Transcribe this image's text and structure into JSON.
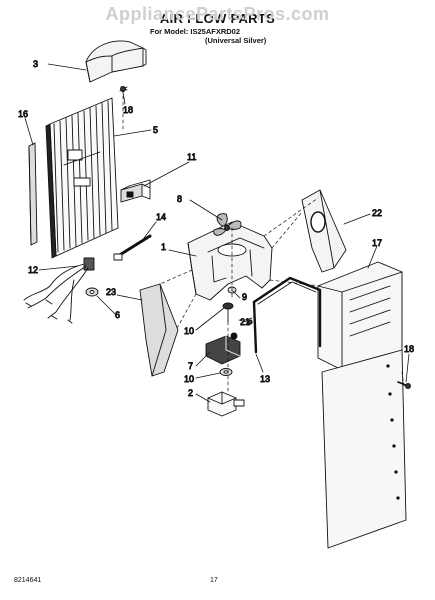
{
  "watermark": "AppliancePartsPros.com",
  "header": {
    "title": "AIR FLOW PARTS",
    "model_line": "For Model: IS25AFXRD02",
    "variant_line": "(Universal Silver)"
  },
  "footer": {
    "doc_number": "8214641",
    "page_number": "17"
  },
  "callouts": [
    {
      "id": "3",
      "label": "3"
    },
    {
      "id": "16",
      "label": "16"
    },
    {
      "id": "18a",
      "label": "18"
    },
    {
      "id": "5",
      "label": "5"
    },
    {
      "id": "11",
      "label": "11"
    },
    {
      "id": "8",
      "label": "8"
    },
    {
      "id": "22",
      "label": "22"
    },
    {
      "id": "14",
      "label": "14"
    },
    {
      "id": "1",
      "label": "1"
    },
    {
      "id": "17",
      "label": "17"
    },
    {
      "id": "12",
      "label": "12"
    },
    {
      "id": "23",
      "label": "23"
    },
    {
      "id": "9",
      "label": "9"
    },
    {
      "id": "21",
      "label": "21"
    },
    {
      "id": "6",
      "label": "6"
    },
    {
      "id": "10a",
      "label": "10"
    },
    {
      "id": "18b",
      "label": "18"
    },
    {
      "id": "7",
      "label": "7"
    },
    {
      "id": "13",
      "label": "13"
    },
    {
      "id": "10b",
      "label": "10"
    },
    {
      "id": "2",
      "label": "2"
    }
  ]
}
